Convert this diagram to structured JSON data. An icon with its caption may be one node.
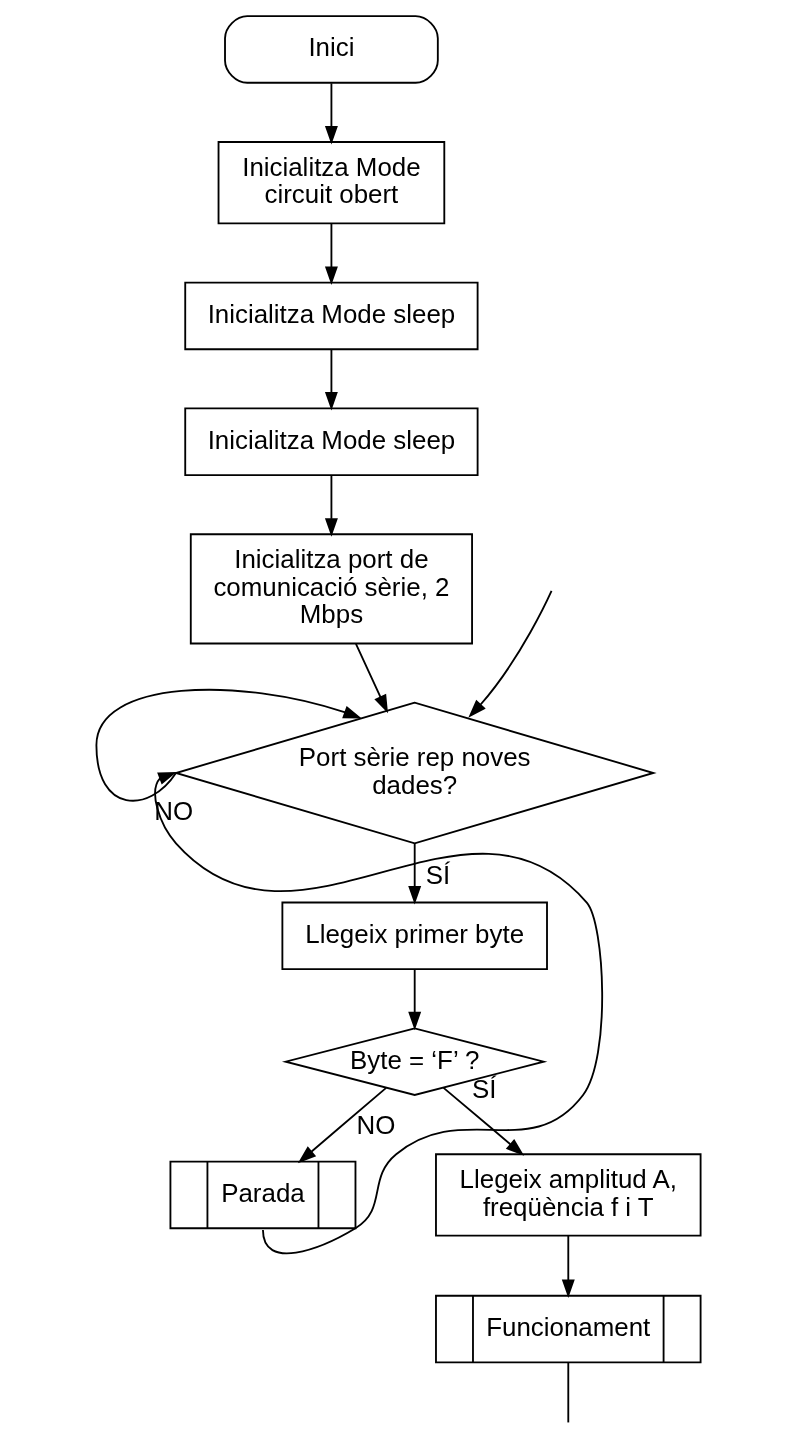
{
  "diagram": {
    "nodes": [
      {
        "text": [
          "Inici"
        ]
      },
      {
        "text": [
          "Inicialitza Mode circuit obert"
        ]
      },
      {
        "text": [
          "Inicialitza Mode sleep"
        ]
      },
      {
        "text": [
          "Inicialitza Mode sleep"
        ]
      },
      {
        "text": [
          "Inicialitza port de comunicació sèrie, 2 Mbps"
        ]
      },
      {
        "text": [
          "Port sèrie rep noves dades?"
        ]
      },
      {
        "text": [
          "Llegeix primer byte"
        ]
      },
      {
        "text": [
          "Byte = ‘F’ ?"
        ]
      },
      {
        "text": [
          "Parada"
        ]
      },
      {
        "text": [
          "Llegeix amplitud A, freqüència f i T"
        ]
      },
      {
        "text": [
          "Funcionament"
        ]
      }
    ],
    "edges": [
      {
        "from": 0,
        "to": 1,
        "arrow": "to"
      },
      {
        "from": 1,
        "to": 2,
        "arrow": "to"
      },
      {
        "from": 2,
        "to": 3,
        "arrow": "to"
      },
      {
        "from": 3,
        "to": 4,
        "arrow": "to"
      },
      {
        "from": 4,
        "to": 5,
        "arrow": "to"
      },
      {
        "from": 5,
        "to": 5,
        "arrow": "to",
        "label": "NO"
      },
      {
        "from": 5,
        "to": 6,
        "arrow": "to",
        "label": "SÍ"
      },
      {
        "from": 6,
        "to": 7,
        "arrow": "to"
      },
      {
        "from": 7,
        "to": 8,
        "arrow": "to",
        "label": "NO"
      },
      {
        "from": 7,
        "to": 9,
        "arrow": "to",
        "label": "SÍ"
      },
      {
        "from": 8,
        "to": 5,
        "arrow": "to"
      },
      {
        "from": 9,
        "to": 10,
        "arrow": "to"
      },
      {
        "from": 10,
        "to": null,
        "arrow": "none"
      },
      {
        "from": null,
        "to": 5,
        "arrow": "to"
      }
    ]
  }
}
